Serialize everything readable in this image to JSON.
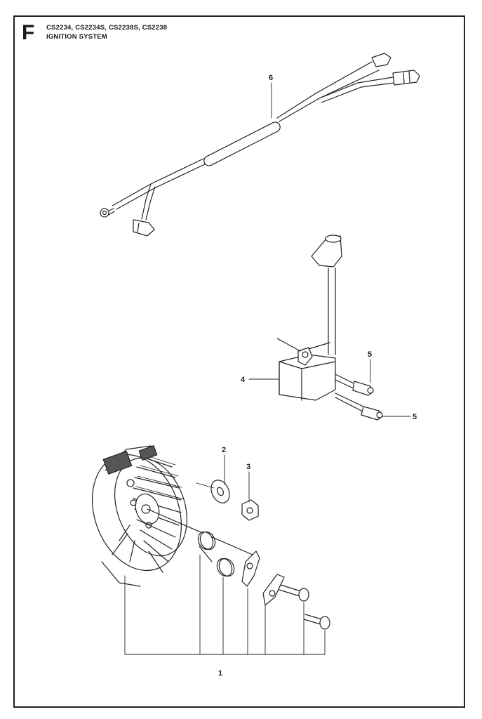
{
  "header": {
    "section_letter": "F",
    "models": "CS2234, CS2234S, CS2238S, CS2238",
    "title": "IGNITION SYSTEM"
  },
  "callouts": {
    "c1": "1",
    "c2": "2",
    "c3": "3",
    "c4": "4",
    "c5a": "5",
    "c5b": "5",
    "c6": "6"
  }
}
